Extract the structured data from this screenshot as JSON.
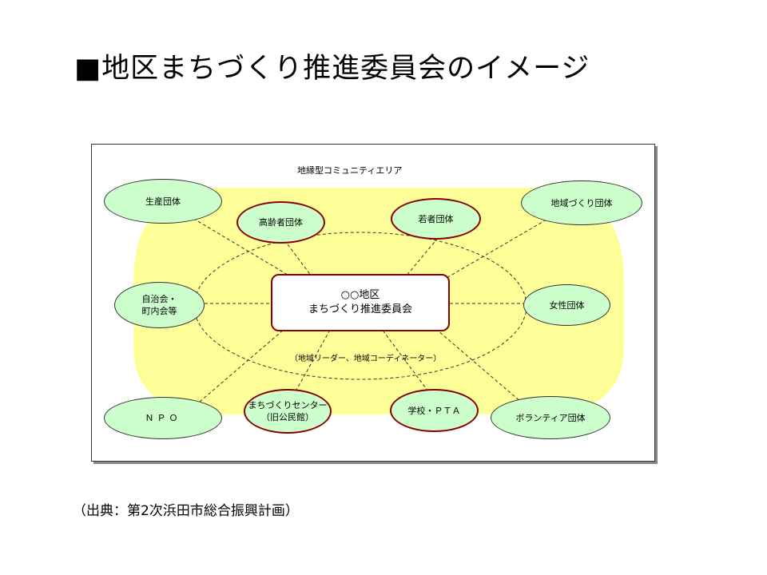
{
  "title": "■地区まちづくり推進委員会のイメージ",
  "area_label": "地縁型コミュニティエリア",
  "center": {
    "line1": "○○地区",
    "line2": "まちづくり推進委員会"
  },
  "leader_label": "（地域リーダー、地域コーディネーター）",
  "outer_nodes": {
    "production": "生産団体",
    "community_dev": "地域づくり団体",
    "neighborhood_line1": "自治会・",
    "neighborhood_line2": "町内会等",
    "women": "女性団体",
    "npo": "ＮＰＯ",
    "volunteer": "ボランティア団体"
  },
  "inner_nodes": {
    "elderly": "高齢者団体",
    "youth": "若者団体",
    "center_line1": "まちづくりセンター",
    "center_line2": "（旧公民館）",
    "school": "学校・ＰＴＡ"
  },
  "source": "（出典：第2次浜田市総合振興計画）",
  "colors": {
    "area_fill": "#ffff99",
    "node_fill": "#ccffcc",
    "inner_border": "#8b0000"
  }
}
